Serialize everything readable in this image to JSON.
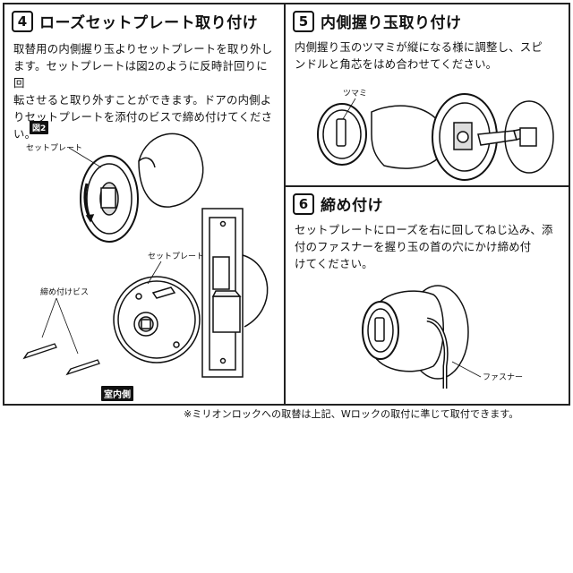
{
  "step4": {
    "number": "4",
    "title": "ローズセットプレート取り付け",
    "lines": [
      "取替用の内側握り玉よりセットプレートを取り外し",
      "ます。セットプレートは図2のように反時計回りに回",
      "転させると取り外すことができます。ドアの内側よ",
      "りセットプレートを添付のビスで締め付けてください。"
    ],
    "fig_tag": "図2",
    "label_setplate_top": "セットプレート",
    "label_setplate_bottom": "セットプレート",
    "label_screw": "締め付けビス",
    "label_inside": "室内側"
  },
  "step5": {
    "number": "5",
    "title": "内側握り玉取り付け",
    "lines": [
      "内側握り玉のツマミが縦になる様に調整し、スピ",
      "ンドルと角芯をはめ合わせてください。"
    ],
    "label_tsumami": "ツマミ"
  },
  "step6": {
    "number": "6",
    "title": "締め付け",
    "lines": [
      "セットプレートにローズを右に回してねじ込み、添",
      "付のファスナーを握り玉の首の穴にかけ締め付",
      "けてください。"
    ],
    "label_fastener": "ファスナー"
  },
  "note": "※ミリオンロックへの取替は上記、Wロックの取付に準じて取付できます。"
}
